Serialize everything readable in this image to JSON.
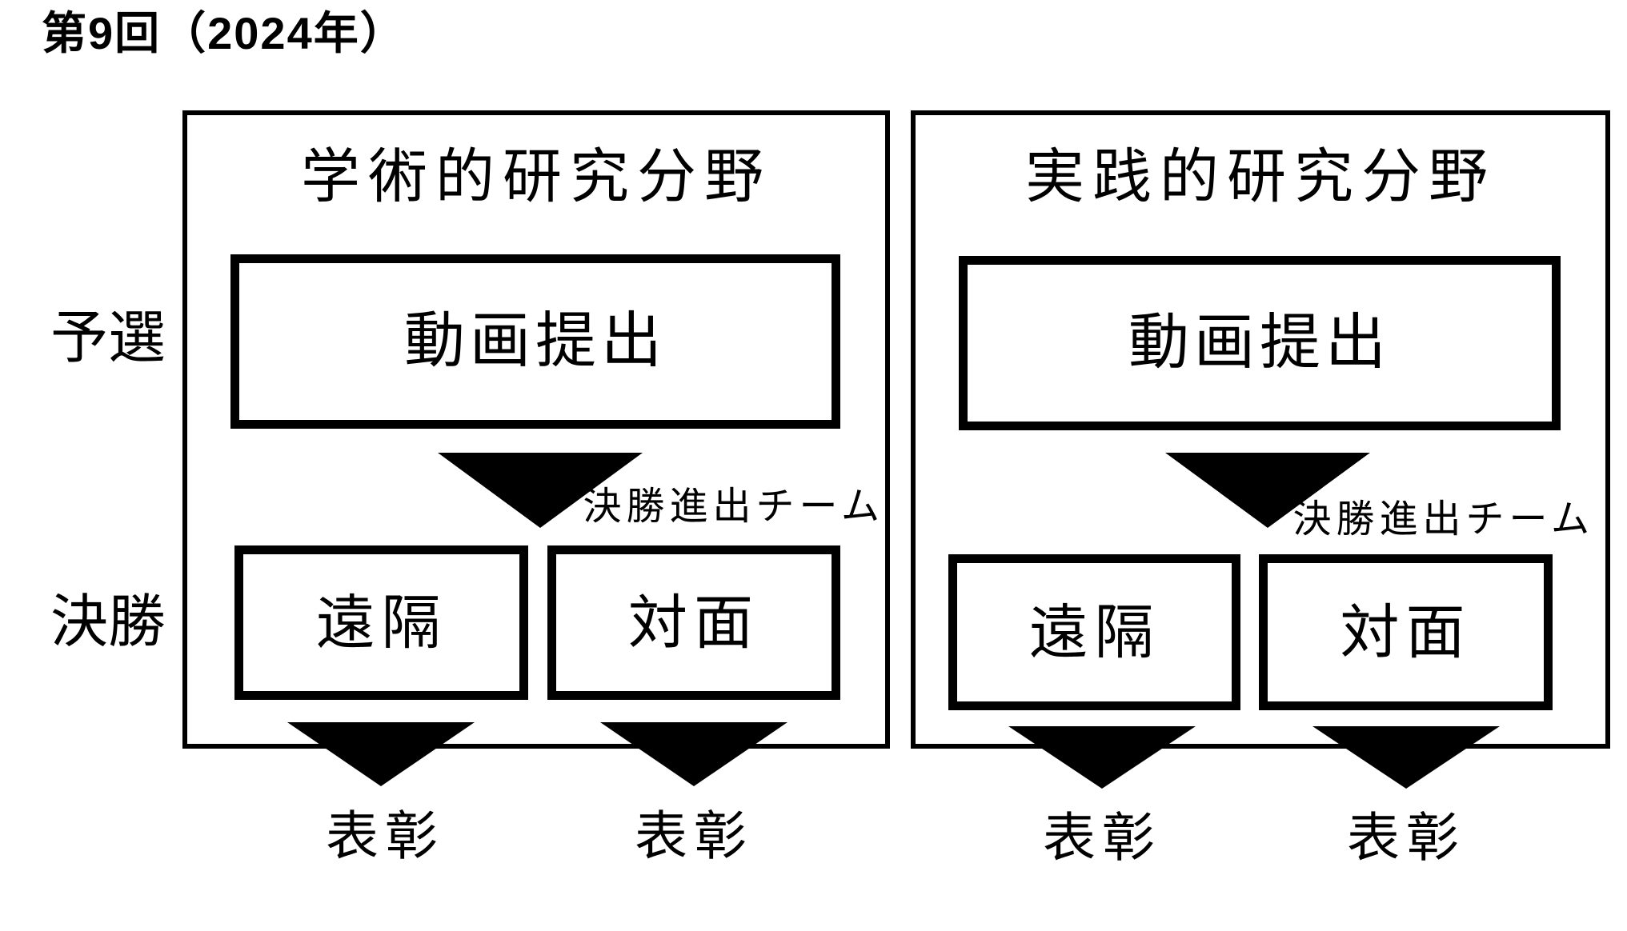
{
  "title": "第9回（2024年）",
  "row_labels": {
    "preliminary": "予選",
    "final": "決勝"
  },
  "panels": [
    {
      "id": "academic",
      "header": "学術的研究分野",
      "video_box": "動画提出",
      "advance_label": "決勝進出チーム",
      "final_boxes": [
        "遠隔",
        "対面"
      ],
      "award_labels": [
        "表彰",
        "表彰"
      ]
    },
    {
      "id": "practical",
      "header": "実践的研究分野",
      "video_box": "動画提出",
      "advance_label": "決勝進出チーム",
      "final_boxes": [
        "遠隔",
        "対面"
      ],
      "award_labels": [
        "表彰",
        "表彰"
      ]
    }
  ],
  "colors": {
    "ink": "#000000",
    "background": "#ffffff"
  }
}
